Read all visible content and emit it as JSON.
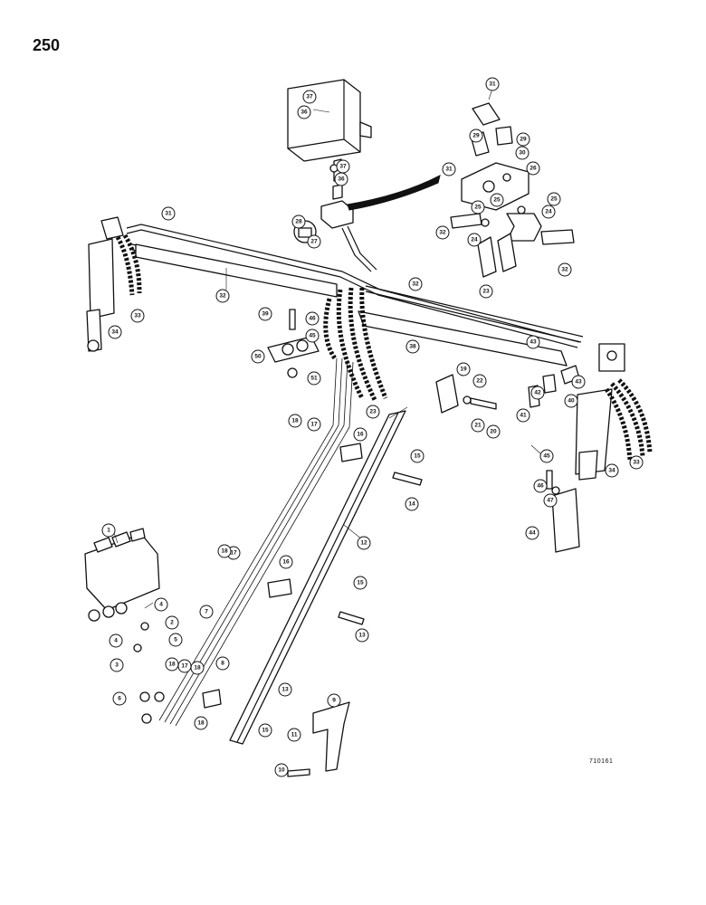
{
  "page": {
    "number": "250",
    "drawing_code": "710161"
  },
  "callouts": [
    {
      "label": "1"
    },
    {
      "label": "2"
    },
    {
      "label": "3"
    },
    {
      "label": "4"
    },
    {
      "label": "4"
    },
    {
      "label": "5"
    },
    {
      "label": "6"
    },
    {
      "label": "7"
    },
    {
      "label": "8"
    },
    {
      "label": "9"
    },
    {
      "label": "10"
    },
    {
      "label": "11"
    },
    {
      "label": "12"
    },
    {
      "label": "13"
    },
    {
      "label": "13"
    },
    {
      "label": "14"
    },
    {
      "label": "15"
    },
    {
      "label": "15"
    },
    {
      "label": "15"
    },
    {
      "label": "16"
    },
    {
      "label": "16"
    },
    {
      "label": "17"
    },
    {
      "label": "17"
    },
    {
      "label": "17"
    },
    {
      "label": "18"
    },
    {
      "label": "18"
    },
    {
      "label": "18"
    },
    {
      "label": "18"
    },
    {
      "label": "18"
    },
    {
      "label": "19"
    },
    {
      "label": "20"
    },
    {
      "label": "21"
    },
    {
      "label": "22"
    },
    {
      "label": "23"
    },
    {
      "label": "23"
    },
    {
      "label": "24"
    },
    {
      "label": "24"
    },
    {
      "label": "25"
    },
    {
      "label": "25"
    },
    {
      "label": "25"
    },
    {
      "label": "26"
    },
    {
      "label": "27"
    },
    {
      "label": "28"
    },
    {
      "label": "29"
    },
    {
      "label": "29"
    },
    {
      "label": "30"
    },
    {
      "label": "31"
    },
    {
      "label": "31"
    },
    {
      "label": "31"
    },
    {
      "label": "32"
    },
    {
      "label": "32"
    },
    {
      "label": "32"
    },
    {
      "label": "32"
    },
    {
      "label": "33"
    },
    {
      "label": "33"
    },
    {
      "label": "34"
    },
    {
      "label": "34"
    },
    {
      "label": "36"
    },
    {
      "label": "36"
    },
    {
      "label": "37"
    },
    {
      "label": "37"
    },
    {
      "label": "38"
    },
    {
      "label": "39"
    },
    {
      "label": "40"
    },
    {
      "label": "41"
    },
    {
      "label": "42"
    },
    {
      "label": "43"
    },
    {
      "label": "43"
    },
    {
      "label": "44"
    },
    {
      "label": "45"
    },
    {
      "label": "45"
    },
    {
      "label": "46"
    },
    {
      "label": "46"
    },
    {
      "label": "47"
    },
    {
      "label": "50"
    },
    {
      "label": "51"
    }
  ]
}
